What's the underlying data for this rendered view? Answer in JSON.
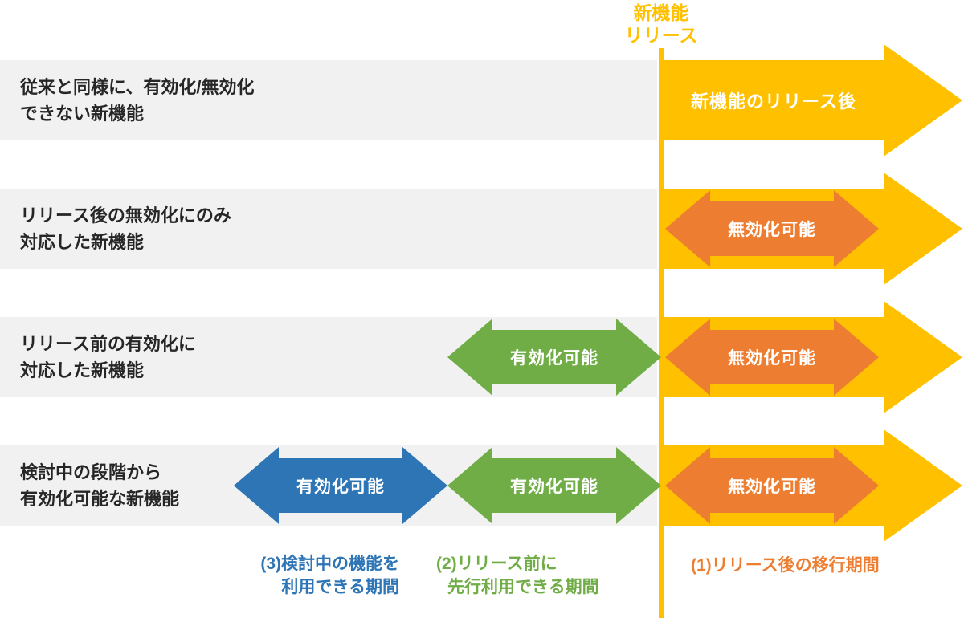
{
  "title": {
    "line1": "新機能",
    "line2": "リリース"
  },
  "rows": [
    {
      "label1": "従来と同様に、有効化/無効化",
      "label2": "できない新機能",
      "yellow_label": "新機能のリリース後"
    },
    {
      "label1": "リリース後の無効化にのみ",
      "label2": "対応した新機能",
      "orange_label": "無効化可能"
    },
    {
      "label1": "リリース前の有効化に",
      "label2": "対応した新機能",
      "green_label": "有効化可能",
      "orange_label": "無効化可能"
    },
    {
      "label1": "検討中の段階から",
      "label2": "有効化可能な新機能",
      "blue_label": "有効化可能",
      "green_label": "有効化可能",
      "orange_label": "無効化可能"
    }
  ],
  "legend": {
    "period3": {
      "line1": "(3)検討中の機能を",
      "line2": "利用できる期間"
    },
    "period2": {
      "line1": "(2)リリース前に",
      "line2": "先行利用できる期間"
    },
    "period1": {
      "line1": "(1)リリース後の移行期間"
    }
  },
  "colors": {
    "yellow": "#FFC000",
    "orange": "#ED7D31",
    "green": "#70AD47",
    "blue": "#2E75B6",
    "band": "#F1F1F2",
    "label_text": "#262626",
    "arrow_text": "#FFFFFF"
  }
}
